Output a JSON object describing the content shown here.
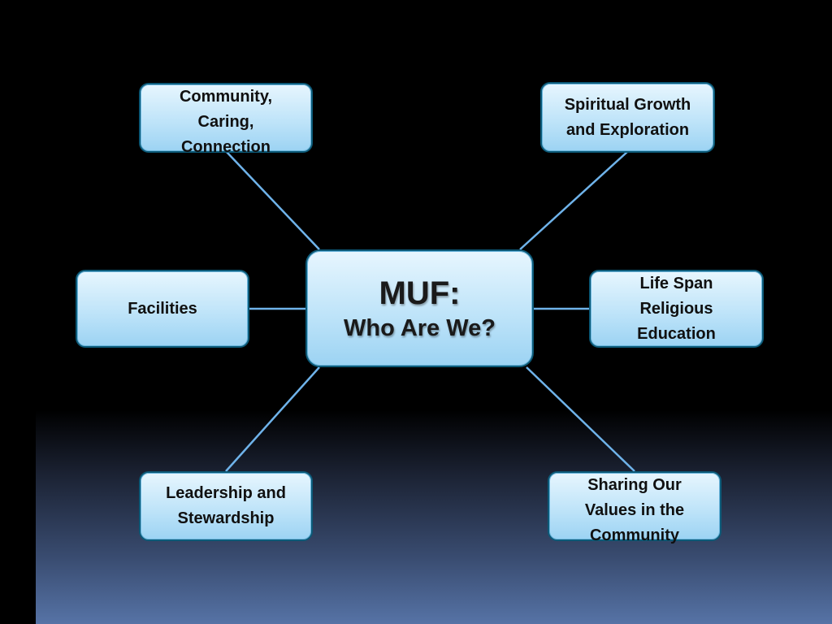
{
  "diagram": {
    "center": {
      "title": "MUF:",
      "subtitle": "Who Are We?"
    },
    "nodes": {
      "community": "Community,\nCaring,\nConnection",
      "spiritual": "Spiritual Growth\nand Exploration",
      "facilities": "Facilities",
      "religious_education": "Life Span\nReligious\nEducation",
      "leadership": "Leadership and\nStewardship",
      "sharing": "Sharing Our\nValues in the\nCommunity"
    },
    "colors": {
      "background": "#000000",
      "box_fill": "#bfe4f9",
      "box_border": "#0c5a78",
      "connector": "#6fb3ea",
      "gradient_bottom": "#5673a6"
    }
  }
}
